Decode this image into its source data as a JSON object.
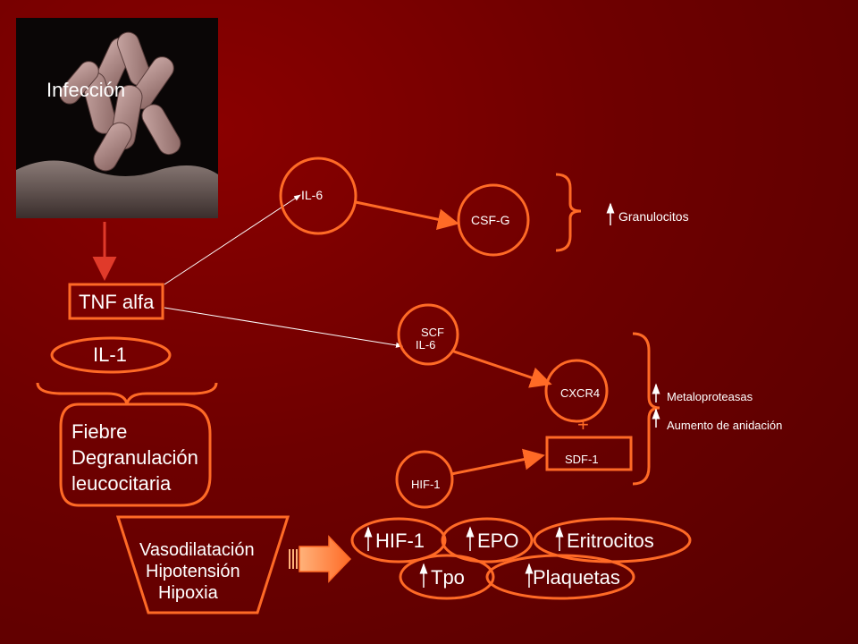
{
  "infection": "Infección",
  "tnf": "TNF alfa",
  "il1": "IL-1",
  "symptoms": [
    "Fiebre",
    "Degranulación",
    "leucocitaria"
  ],
  "il6_top": "IL-6",
  "csfg": "CSF-G",
  "granulocitos": "Granulocitos",
  "scf": "SCF",
  "il6_mid": "IL-6",
  "cxcr4": "CXCR4",
  "plus": "+",
  "sdf1": "SDF-1",
  "hif1_small": "HIF-1",
  "metaloproteasas": "Metaloproteasas",
  "anidacion": "Aumento de anidación",
  "vaso": [
    "Vasodilatación",
    "Hipotensión",
    "Hipoxia"
  ],
  "hif1": "HIF-1",
  "epo": "EPO",
  "eritrocitos": "Eritrocitos",
  "tpo": "Tpo",
  "plaquetas": "Plaquetas",
  "colors": {
    "orange": "#ff6a26",
    "background": "#6e0000",
    "red_arrow": "#e03a2a"
  }
}
